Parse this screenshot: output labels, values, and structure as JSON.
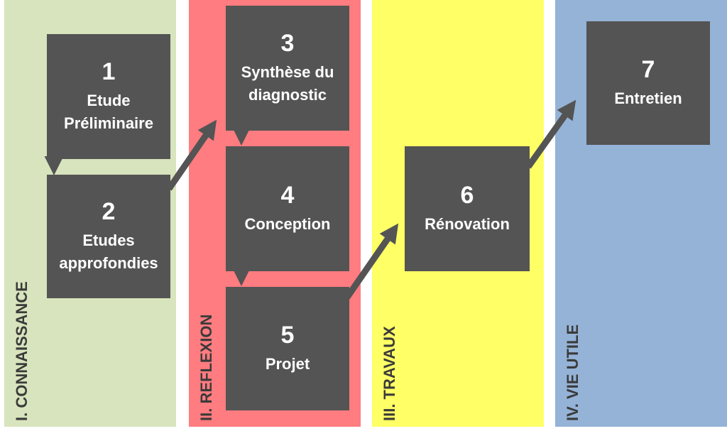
{
  "lanes": [
    {
      "label": "I. CONNAISSANCE",
      "color": "#d7e4bd"
    },
    {
      "label": "II. REFLEXION",
      "color": "#ff7c80"
    },
    {
      "label": "III. TRAVAUX",
      "color": "#ffff66"
    },
    {
      "label": "IV. VIE UTILE",
      "color": "#95b3d7"
    }
  ],
  "steps": [
    {
      "number": "1",
      "label": "Etude\nPréliminaire"
    },
    {
      "number": "2",
      "label": "Etudes\napprofondies"
    },
    {
      "number": "3",
      "label": "Synthèse du\ndiagnostic"
    },
    {
      "number": "4",
      "label": "Conception"
    },
    {
      "number": "5",
      "label": "Projet"
    },
    {
      "number": "6",
      "label": "Rénovation"
    },
    {
      "number": "7",
      "label": "Entretien"
    }
  ],
  "colors": {
    "box": "#545454",
    "arrow": "#545454"
  }
}
